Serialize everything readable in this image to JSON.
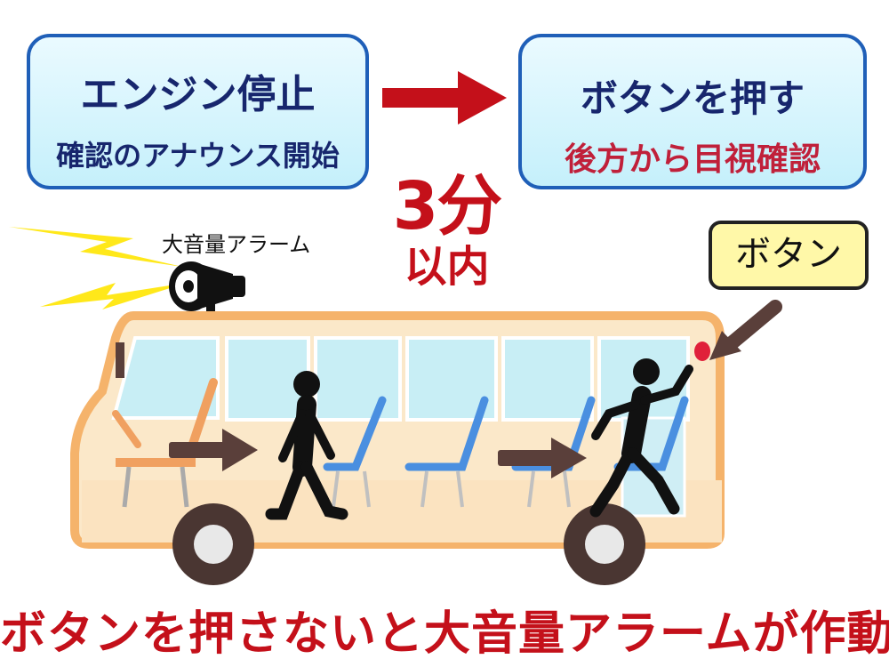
{
  "step_engine": {
    "title": "エンジン停止",
    "subtitle": "確認のアナウンス開始"
  },
  "step_button": {
    "title": "ボタンを押す",
    "subtitle": "後方から目視確認"
  },
  "time_limit": {
    "value": "3分",
    "qualifier": "以内"
  },
  "alarm_label": "大音量アラーム",
  "button_callout": "ボタン",
  "caption": "ボタンを押さないと大音量アラームが作動",
  "colors": {
    "box_border": "#1f5fb8",
    "box_fill": "#c5f0fb",
    "accent_red": "#c4101a",
    "bus_body": "#fbe8c9",
    "bus_trim": "#f5b36b",
    "seat_blue": "#4a8fe0",
    "arrow_brown": "#5a3f3a",
    "callout_fill": "#fff8a8"
  }
}
